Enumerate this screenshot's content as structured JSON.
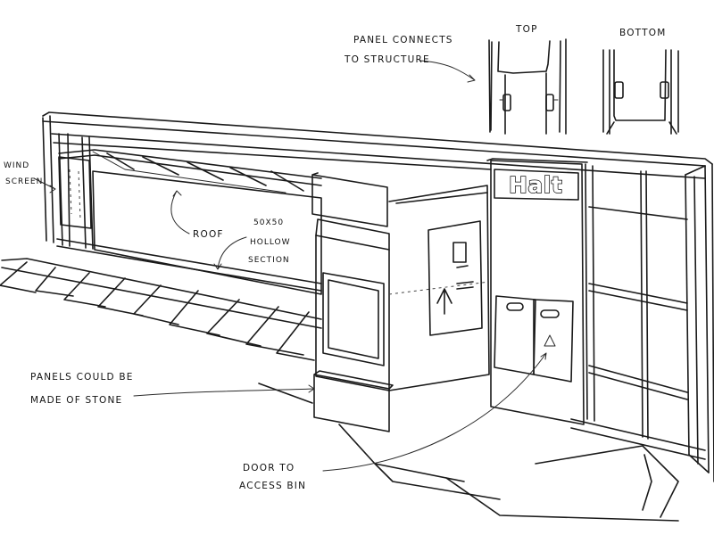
{
  "annotations": {
    "panel_connects_1": "PANEL CONNECTS",
    "panel_connects_2": "TO STRUCTURE",
    "top": "TOP",
    "bottom": "BOTTOM",
    "wind_screen_1": "WIND",
    "wind_screen_2": "SCREEN",
    "roof": "ROOF",
    "hollow_1": "50X50",
    "hollow_2": "HOLLOW",
    "hollow_3": "SECTION",
    "panels_1": "PANELS COULD BE",
    "panels_2": "MADE OF STONE",
    "door_1": "DOOR TO",
    "door_2": "ACCESS BIN"
  },
  "sign": {
    "text": "Halt"
  }
}
